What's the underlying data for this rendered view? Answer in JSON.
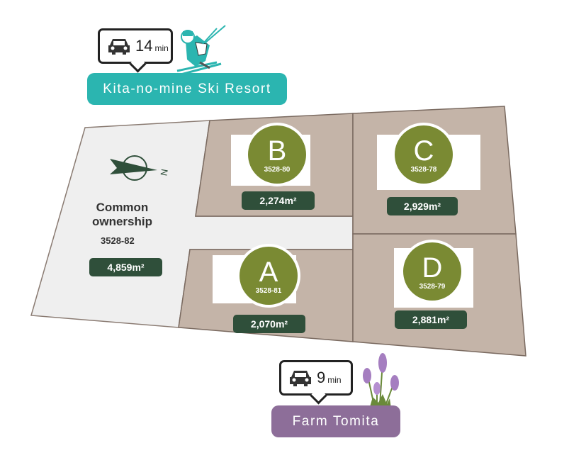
{
  "ski": {
    "minutes": "14",
    "unit": "min",
    "name": "Kita-no-mine Ski Resort",
    "color": "#2bb5b0"
  },
  "farm": {
    "minutes": "9",
    "unit": "min",
    "name": "Farm Tomita",
    "color": "#8d6e99"
  },
  "compass": {
    "label": "N"
  },
  "common": {
    "title_line1": "Common",
    "title_line2": "ownership",
    "lot": "3528-82",
    "area": "4,859m²"
  },
  "lots": [
    {
      "letter": "B",
      "lot": "3528-80",
      "area": "2,274m²"
    },
    {
      "letter": "C",
      "lot": "3528-78",
      "area": "2,929m²"
    },
    {
      "letter": "A",
      "lot": "3528-81",
      "area": "2,070m²"
    },
    {
      "letter": "D",
      "lot": "3528-79",
      "area": "2,881m²"
    }
  ],
  "colors": {
    "lot_fill": "#c4b4a8",
    "common_fill": "#efefef",
    "circle": "#7a8a33",
    "area_tag": "#2f4f3a"
  },
  "icons": [
    "car-icon",
    "skier-icon",
    "lavender-icon",
    "compass-icon"
  ]
}
